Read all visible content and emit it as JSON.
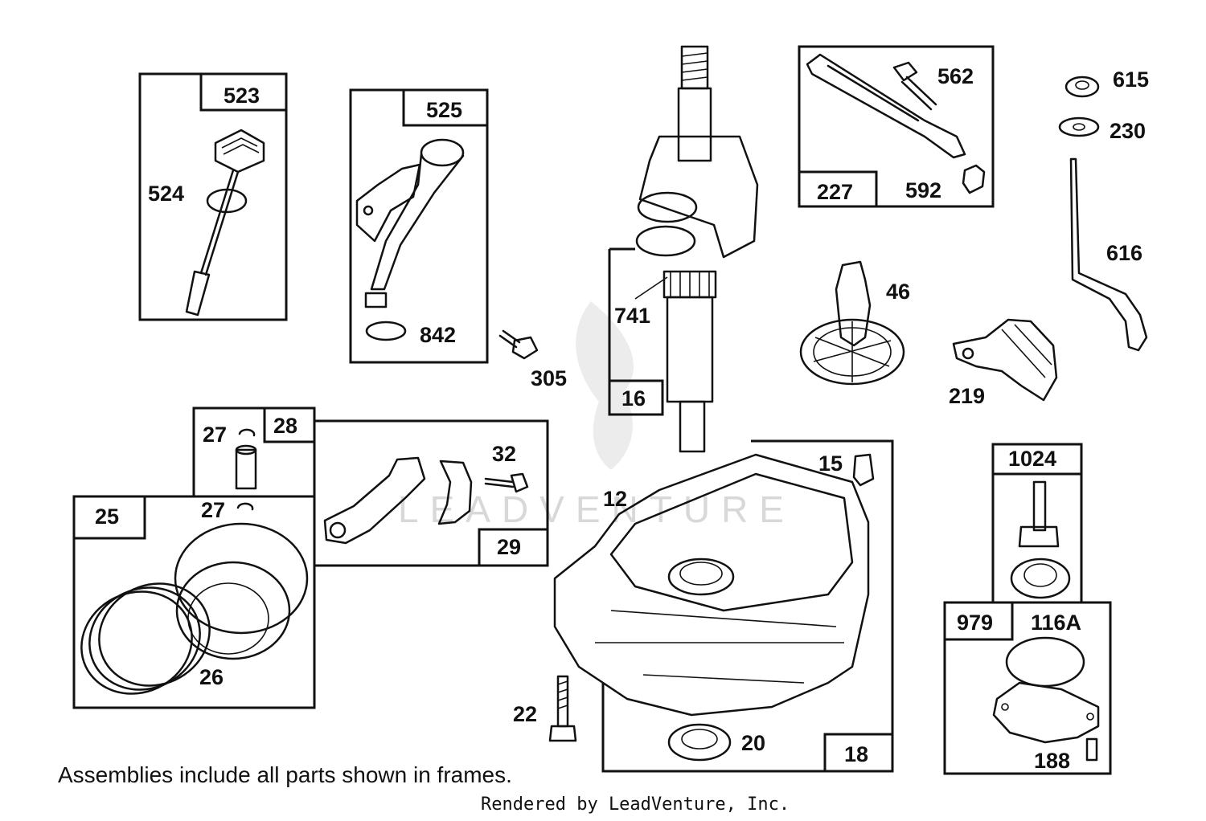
{
  "labels": {
    "p523": "523",
    "p524": "524",
    "p525": "525",
    "p842": "842",
    "p305": "305",
    "p741": "741",
    "p16": "16",
    "p562": "562",
    "p227": "227",
    "p592": "592",
    "p615": "615",
    "p230": "230",
    "p616": "616",
    "p46": "46",
    "p219": "219",
    "p28": "28",
    "p27a": "27",
    "p27b": "27",
    "p32": "32",
    "p29": "29",
    "p25": "25",
    "p26": "26",
    "p12": "12",
    "p15": "15",
    "p18": "18",
    "p20": "20",
    "p22": "22",
    "p1024": "1024",
    "p979": "979",
    "p116A": "116A",
    "p188": "188"
  },
  "note": "Assemblies include all parts shown in frames.",
  "credit": "Rendered by LeadVenture, Inc.",
  "watermark": "LEADVENTURE"
}
